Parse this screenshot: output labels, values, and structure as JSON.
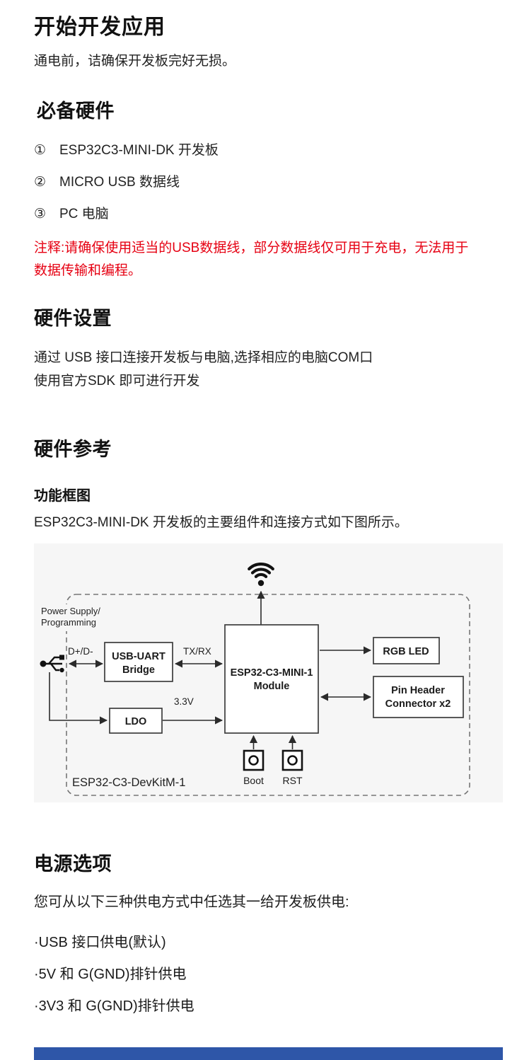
{
  "page": {
    "title": "开始开发应用",
    "intro": "通电前，诘确保开发板完好无损。"
  },
  "required_hardware": {
    "heading": "必备硬件",
    "items": [
      {
        "num": "①",
        "label": "ESP32C3-MINI-DK 开发板"
      },
      {
        "num": "②",
        "label": "MICRO USB 数据线"
      },
      {
        "num": "③",
        "label": "PC 电脑"
      }
    ],
    "note": "注释:请确保使用适当的USB数据线，部分数据线仅可用于充电，无法用于数据传输和编程。",
    "note_color": "#e60012"
  },
  "hardware_setup": {
    "heading": "硬件设置",
    "line1": "通过 USB 接口连接开发板与电脑,选择相应的电脑COM口",
    "line2": "使用官方SDK 即可进行开发"
  },
  "hardware_reference": {
    "heading": "硬件参考",
    "subheading": "功能框图",
    "caption": "ESP32C3-MINI-DK 开发板的主要组件和连接方式如下图所示。"
  },
  "diagram": {
    "power_label_line1": "Power Supply/",
    "power_label_line2": "Programming",
    "dpdm_label": "D+/D-",
    "usb_uart_line1": "USB-UART",
    "usb_uart_line2": "Bridge",
    "txrx_label": "TX/RX",
    "module_line1": "ESP32-C3-MINI-1",
    "module_line2": "Module",
    "rgb_led_label": "RGB LED",
    "pin_header_line1": "Pin Header",
    "pin_header_line2": "Connector  x2",
    "ldo_label": "LDO",
    "v33_label": "3.3V",
    "boot_label": "Boot",
    "rst_label": "RST",
    "board_label": "ESP32-C3-DevKitM-1"
  },
  "power_options": {
    "heading": "电源选项",
    "intro": "您可从以下三种供电方式中任选其一给开发板供电:",
    "options": [
      "·USB 接口供电(默认)",
      "·5V 和 G(GND)排针供电",
      "·3V3 和 G(GND)排针供电"
    ]
  },
  "footer": {
    "bar_color": "#2e56a8"
  }
}
